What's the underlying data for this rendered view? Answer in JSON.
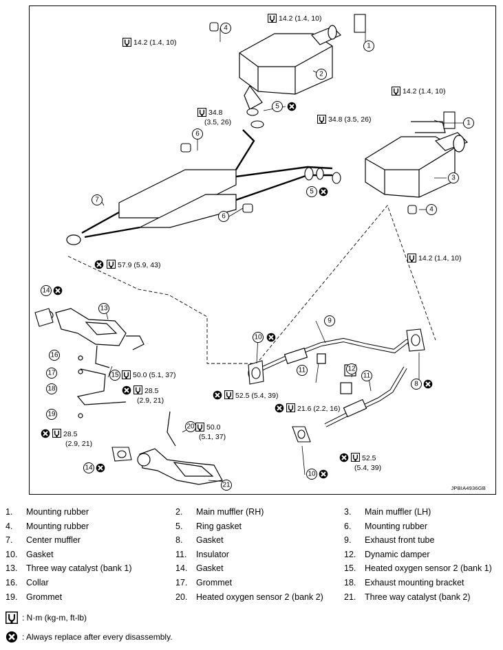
{
  "diagram": {
    "code": "JPBIA4936GB",
    "callouts": [
      "1",
      "2",
      "3",
      "4",
      "5",
      "6",
      "7",
      "8",
      "9",
      "10",
      "11",
      "12",
      "13",
      "14",
      "15",
      "16",
      "17",
      "18",
      "19",
      "20",
      "21"
    ],
    "torques": {
      "t1": "14.2 (1.4, 10)",
      "t2": "14.2 (1.4, 10)",
      "t3": "14.2 (1.4, 10)",
      "t4": "14.2 (1.4, 10)",
      "t5a": "34.8",
      "t5b": "(3.5, 26)",
      "t6": "34.8 (3.5, 26)",
      "t7": "57.9 (5.9, 43)",
      "t8a": "50.0 (5.1, 37)",
      "t9a": "28.5",
      "t9b": "(2.9, 21)",
      "t10a": "28.5",
      "t10b": "(2.9, 21)",
      "t11": "52.5 (5.4, 39)",
      "t12": "21.6 (2.2, 16)",
      "t13a": "50.0",
      "t13b": "(5.1, 37)",
      "t14a": "52.5",
      "t14b": "(5.4, 39)"
    }
  },
  "parts": [
    {
      "num": "1.",
      "name": "Mounting rubber"
    },
    {
      "num": "2.",
      "name": "Main muffler (RH)"
    },
    {
      "num": "3.",
      "name": "Main muffler (LH)"
    },
    {
      "num": "4.",
      "name": "Mounting rubber"
    },
    {
      "num": "5.",
      "name": "Ring gasket"
    },
    {
      "num": "6.",
      "name": "Mounting rubber"
    },
    {
      "num": "7.",
      "name": "Center muffler"
    },
    {
      "num": "8.",
      "name": "Gasket"
    },
    {
      "num": "9.",
      "name": "Exhaust front tube"
    },
    {
      "num": "10.",
      "name": "Gasket"
    },
    {
      "num": "11.",
      "name": "Insulator"
    },
    {
      "num": "12.",
      "name": "Dynamic damper"
    },
    {
      "num": "13.",
      "name": "Three way catalyst (bank 1)"
    },
    {
      "num": "14.",
      "name": "Gasket"
    },
    {
      "num": "15.",
      "name": "Heated oxygen sensor 2 (bank 1)"
    },
    {
      "num": "16.",
      "name": "Collar"
    },
    {
      "num": "17.",
      "name": "Grommet"
    },
    {
      "num": "18.",
      "name": "Exhaust mounting bracket"
    },
    {
      "num": "19.",
      "name": "Grommet"
    },
    {
      "num": "20.",
      "name": "Heated oxygen sensor 2 (bank 2)"
    },
    {
      "num": "21.",
      "name": "Three way catalyst (bank 2)"
    }
  ],
  "symbols": {
    "torque_unit": ": N·m (kg-m, ft-lb)",
    "replace_note": ": Always replace after every disassembly."
  }
}
